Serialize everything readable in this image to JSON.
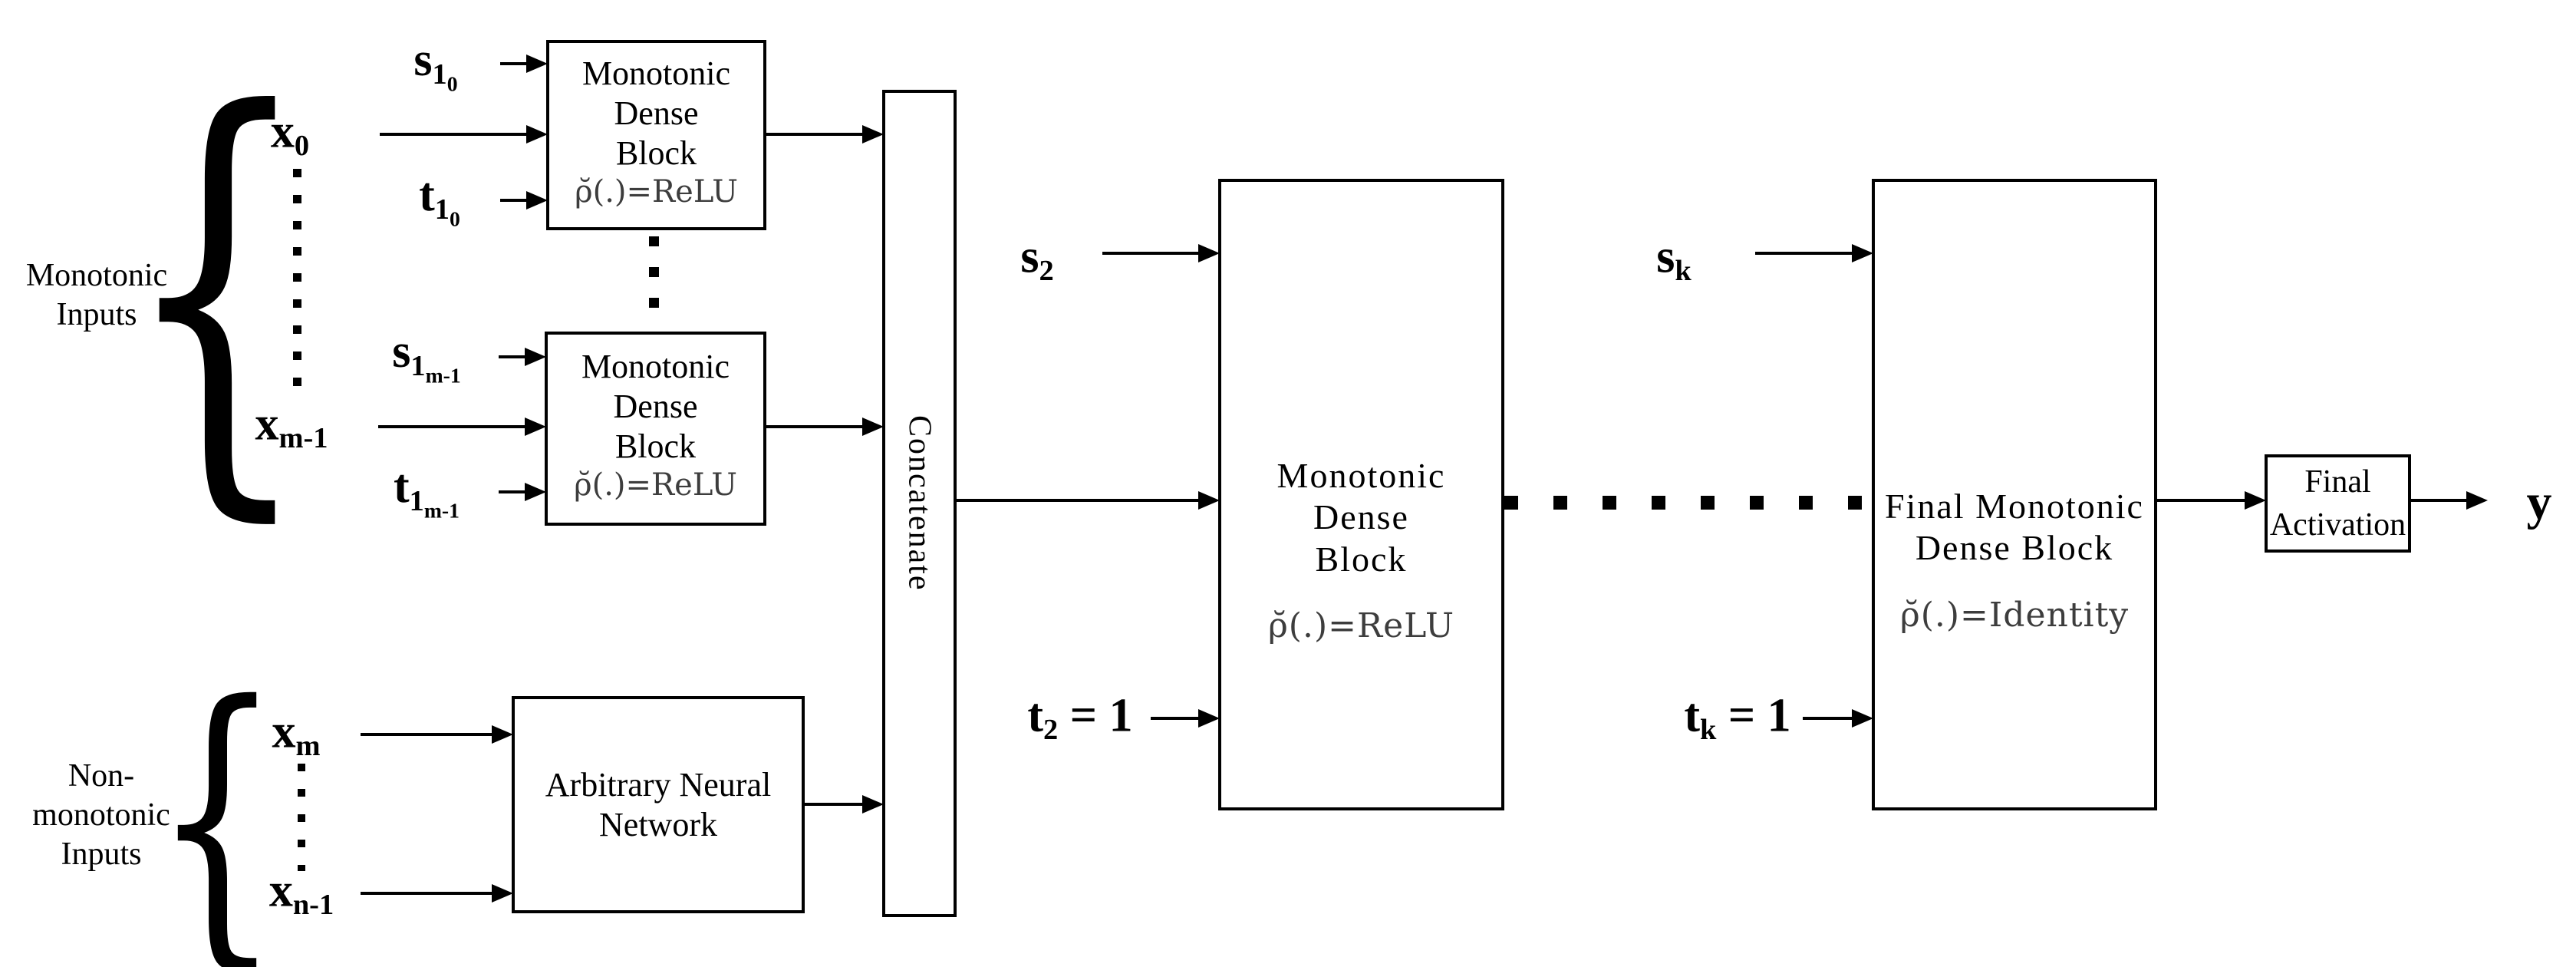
{
  "diagram": {
    "background": "#ffffff",
    "ink": "#000000",
    "activation_ink": "#3d3d3d",
    "groups": {
      "monotonic": {
        "line1": "Monotonic",
        "line2": "Inputs"
      },
      "nonmonotonic": {
        "line1": "Non-",
        "line2": "monotonic",
        "line3": "Inputs"
      }
    },
    "inputs": {
      "s10": {
        "base": "s",
        "sub": "1",
        "subsub": "0"
      },
      "x0": {
        "base": "x",
        "sub": "0"
      },
      "t10": {
        "base": "t",
        "sub": "1",
        "subsub": "0"
      },
      "s1m1": {
        "base": "s",
        "sub": "1",
        "subsub": "m-1"
      },
      "xm1": {
        "base": "x",
        "sub": "m-1"
      },
      "t1m1": {
        "base": "t",
        "sub": "1",
        "subsub": "m-1"
      },
      "xm": {
        "base": "x",
        "sub": "m"
      },
      "xn1": {
        "base": "x",
        "sub": "n-1"
      },
      "s2": {
        "base": "s",
        "sub": "2"
      },
      "t2": {
        "base": "t",
        "sub": "2",
        "suffix": " = 1"
      },
      "sk": {
        "base": "s",
        "sub": "k"
      },
      "tk": {
        "base": "t",
        "sub": "k",
        "suffix": " = 1"
      }
    },
    "output": {
      "y": "y"
    },
    "blocks": {
      "mdb1": {
        "line1": "Monotonic",
        "line2": "Dense",
        "line3": "Block",
        "activation": "ρ̆(.)=ReLU"
      },
      "mdb2": {
        "line1": "Monotonic",
        "line2": "Dense",
        "line3": "Block",
        "activation": "ρ̆(.)=ReLU"
      },
      "concatenate": {
        "label": "Concatenate"
      },
      "ann": {
        "line1": "Arbitrary Neural",
        "line2": "Network"
      },
      "mdb3": {
        "line1": "Monotonic",
        "line2": "Dense",
        "line3": "Block",
        "activation": "ρ̆(.)=ReLU"
      },
      "fmdb": {
        "line1": "Final Monotonic",
        "line2": "Dense Block",
        "activation": "ρ̆(.)=Identity"
      },
      "final_activation": {
        "line1": "Final",
        "line2": "Activation"
      }
    }
  }
}
